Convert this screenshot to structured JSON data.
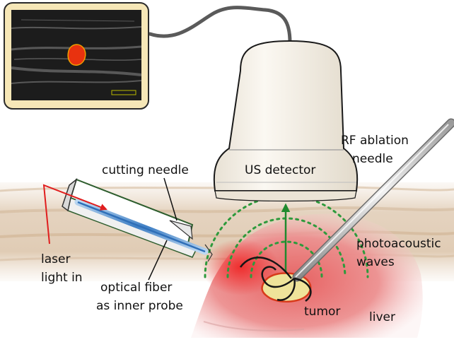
{
  "labels": {
    "us_detector": "US detector",
    "rf_line1": "RF ablation",
    "rf_line2": "needle",
    "cutting_needle": "cutting needle",
    "laser_line1": "laser",
    "laser_line2": "light in",
    "fiber_line1": "optical fiber",
    "fiber_line2": "as inner probe",
    "pa_line1": "photoacoustic",
    "pa_line2": "waves",
    "tumor": "tumor",
    "liver": "liver"
  },
  "colors": {
    "laser": "#e01e1e",
    "fiber": "#4a86c8",
    "waves": "#2e9a3c",
    "tumor_fill": "#efe39a",
    "tumor_edge": "#d83a1a",
    "liver": "#e86a6a",
    "tissue": "#d8bfa2",
    "probe": "#f4efe6",
    "monitor_frame": "#f6e7b7"
  },
  "icons": {
    "monitor": "ultrasound-monitor-icon",
    "probe": "ultrasound-probe-icon"
  }
}
